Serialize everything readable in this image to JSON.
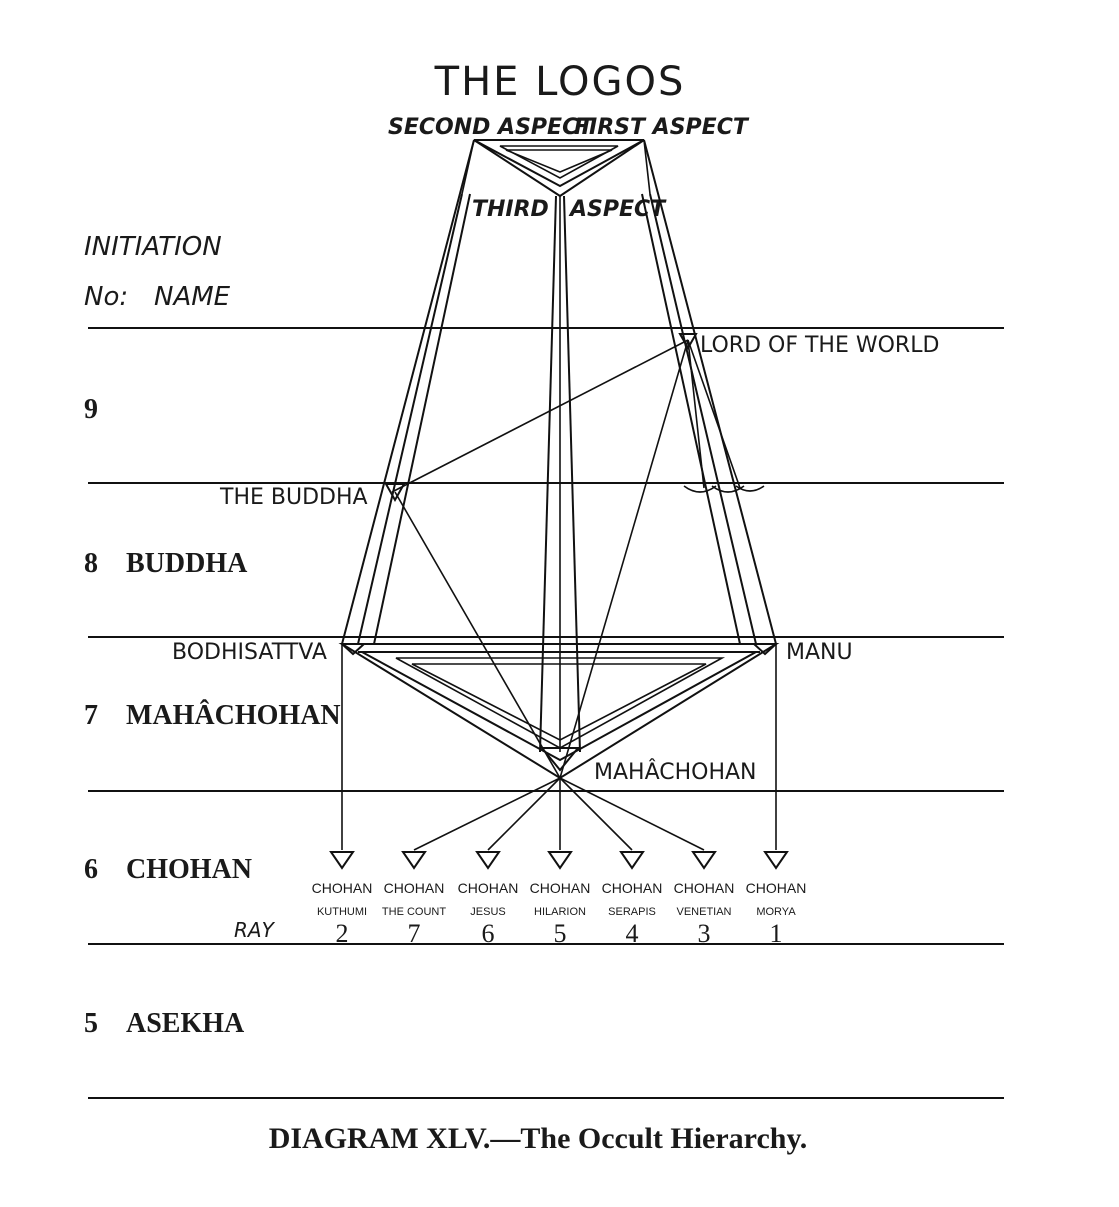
{
  "title": "THE LOGOS",
  "aspects": {
    "second": "SECOND ASPECT",
    "first": "FIRST ASPECT",
    "third_a": "THIRD",
    "third_b": "ASPECT"
  },
  "header": {
    "initiation": "INITIATION",
    "no": "No:",
    "name": "NAME"
  },
  "levels": [
    {
      "no": "9",
      "name": ""
    },
    {
      "no": "8",
      "name": "BUDDHA"
    },
    {
      "no": "7",
      "name": "MAHÂCHOHAN"
    },
    {
      "no": "6",
      "name": "CHOHAN"
    },
    {
      "no": "5",
      "name": "ASEKHA"
    }
  ],
  "nodes": {
    "lord": "LORD OF THE WORLD",
    "buddha": "THE BUDDHA",
    "bodhisattva": "BODHISATTVA",
    "manu": "MANU",
    "mahachohan": "MAHÂCHOHAN"
  },
  "ray_label": "RAY",
  "chohans": [
    {
      "title": "CHOHAN",
      "name": "KUTHUMI",
      "ray": "2"
    },
    {
      "title": "CHOHAN",
      "name": "THE COUNT",
      "ray": "7"
    },
    {
      "title": "CHOHAN",
      "name": "JESUS",
      "ray": "6"
    },
    {
      "title": "CHOHAN",
      "name": "HILARION",
      "ray": "5"
    },
    {
      "title": "CHOHAN",
      "name": "SERAPIS",
      "ray": "4"
    },
    {
      "title": "CHOHAN",
      "name": "VENETIAN",
      "ray": "3"
    },
    {
      "title": "CHOHAN",
      "name": "MORYA",
      "ray": "1"
    }
  ],
  "caption": "DIAGRAM XLV.—The Occult Hierarchy."
}
